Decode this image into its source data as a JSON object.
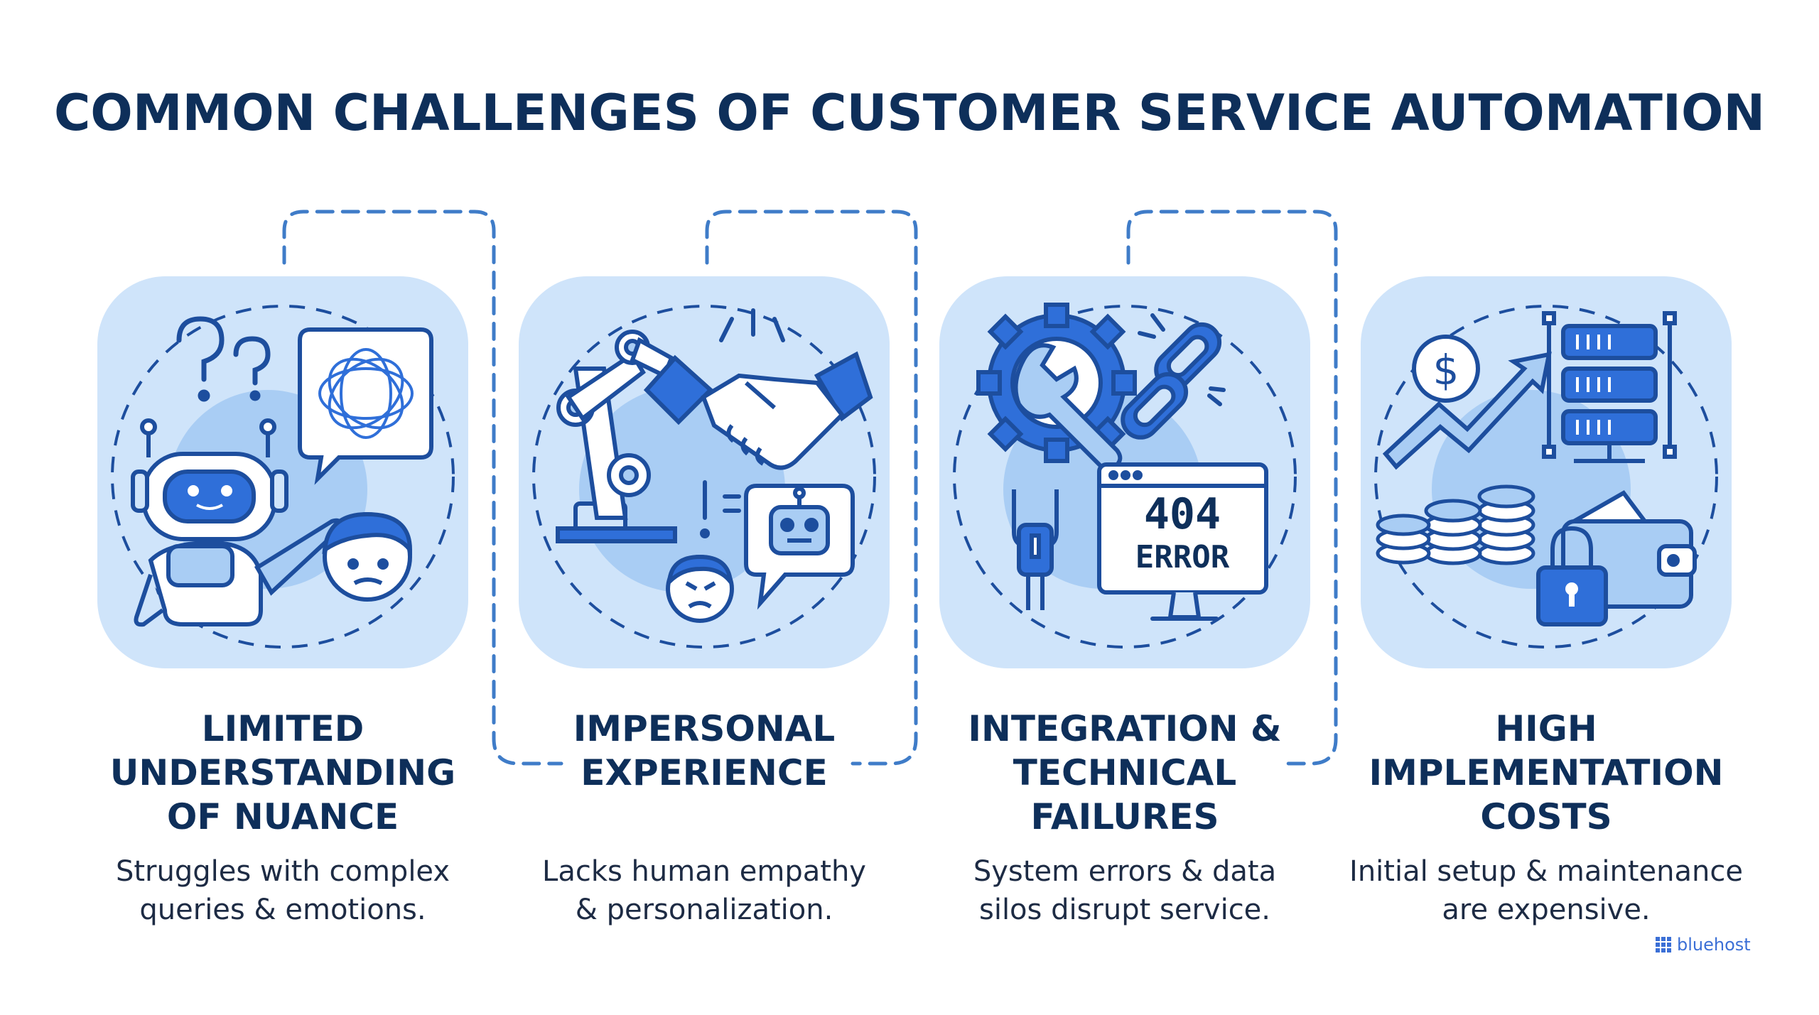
{
  "title": "COMMON CHALLENGES OF CUSTOMER SERVICE AUTOMATION",
  "colors": {
    "navy": "#0e2f5a",
    "card_bg": "#cfe4fa",
    "accent_blue": "#2f6fd9",
    "line_blue": "#1d4e9e",
    "connector": "#3f7cc8"
  },
  "cards": [
    {
      "heading": [
        "LIMITED",
        "UNDERSTANDING",
        "OF NUANCE"
      ],
      "description": [
        "Struggles with complex",
        "queries & emotions."
      ],
      "icons": [
        "question-marks-icon",
        "robot-icon",
        "tangled-speech-bubble-icon",
        "confused-face-icon"
      ]
    },
    {
      "heading": [
        "IMPERSONAL",
        "EXPERIENCE"
      ],
      "description": [
        "Lacks human empathy",
        "& personalization."
      ],
      "icons": [
        "robotic-arm-icon",
        "handshake-icon",
        "angry-face-icon",
        "chatbot-bubble-icon"
      ]
    },
    {
      "heading": [
        "INTEGRATION &",
        "TECHNICAL",
        "FAILURES"
      ],
      "description": [
        "System errors & data",
        "silos disrupt service."
      ],
      "icons": [
        "gear-wrench-icon",
        "broken-link-icon",
        "unplugged-cable-icon",
        "error-monitor-icon"
      ],
      "error_code": "404",
      "error_text": "ERROR"
    },
    {
      "heading": [
        "HIGH",
        "IMPLEMENTATION",
        "COSTS"
      ],
      "description": [
        "Initial setup & maintenance",
        "are expensive."
      ],
      "icons": [
        "dollar-coin-icon",
        "trend-arrow-icon",
        "server-rack-icon",
        "coin-stacks-icon",
        "wallet-icon",
        "padlock-icon"
      ],
      "currency_symbol": "$"
    }
  ],
  "brand": "bluehost"
}
